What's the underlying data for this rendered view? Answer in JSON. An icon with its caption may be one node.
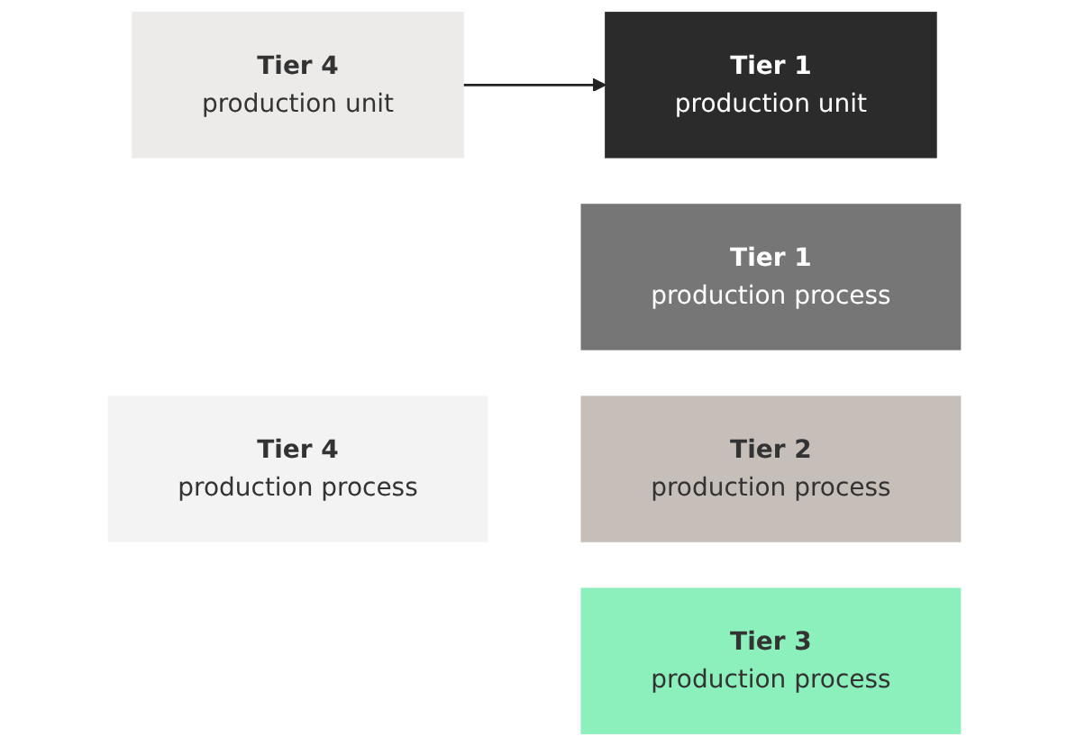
{
  "diagram": {
    "nodes": [
      {
        "text": [
          "Tier 4",
          "production unit"
        ]
      },
      {
        "text": [
          "Tier 4",
          "production process"
        ]
      },
      {
        "text": [
          "Tier 1",
          "production unit"
        ]
      },
      {
        "text": [
          "Tier 1",
          "production process"
        ]
      },
      {
        "text": [
          "Tier 2",
          "production process"
        ]
      },
      {
        "text": [
          "Tier 3",
          "production process"
        ]
      }
    ],
    "edges": [
      {
        "from": 0,
        "to": 2,
        "arrow": "to"
      }
    ]
  }
}
